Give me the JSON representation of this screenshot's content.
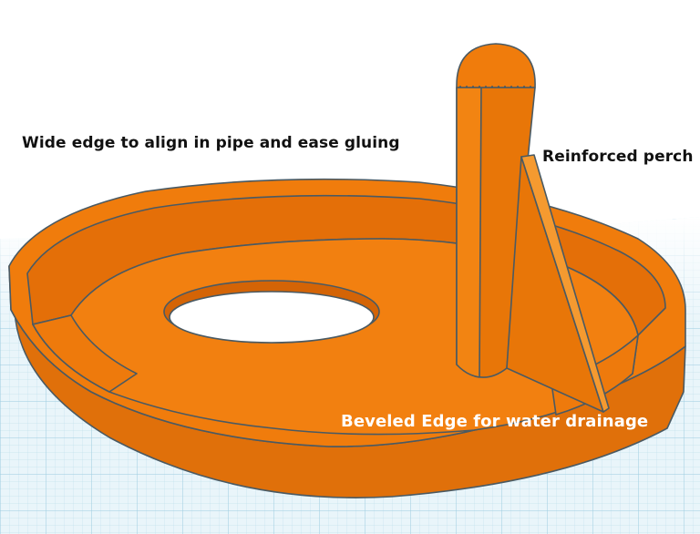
{
  "annotations": {
    "wide_edge": "Wide edge to align in pipe and ease gluing",
    "reinforced_perch": "Reinforced perch",
    "beveled_edge": "Beveled Edge for water drainage"
  },
  "colors": {
    "model_orange": "#f07c0c",
    "model_outline": "#4a5a63",
    "workplane_grid": "#c3e1ec",
    "background": "#ffffff"
  }
}
